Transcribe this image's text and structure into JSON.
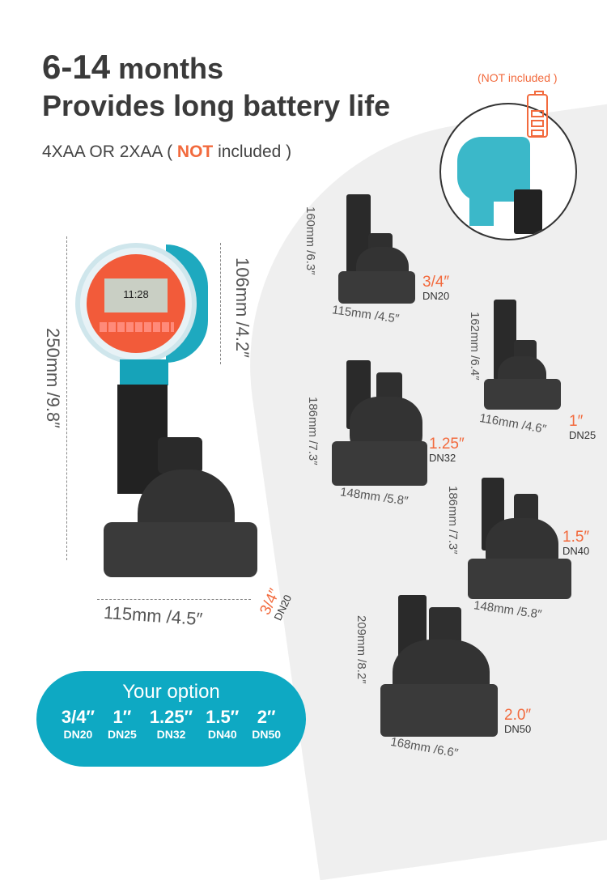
{
  "headline": {
    "line1_big": "6-14",
    "line1_rest": " months",
    "line2": "Provides long battery life"
  },
  "battery_note": {
    "prefix": "4XAA OR 2XAA ( ",
    "not": "NOT",
    "suffix": " included )"
  },
  "inset": {
    "note": "(NOT included )",
    "icon": "battery-icon"
  },
  "main_valve": {
    "lcd": "11:28",
    "height_total": "250mm /9.8″",
    "height_timer": "106mm /4.2″",
    "width": "115mm /4.5″",
    "size": "3/4″",
    "dn": "DN20"
  },
  "valves": [
    {
      "height": "160mm /6.3″",
      "width": "115mm /4.5″",
      "size": "3/4″",
      "dn": "DN20"
    },
    {
      "height": "162mm /6.4″",
      "width": "116mm /4.6″",
      "size": "1″",
      "dn": "DN25"
    },
    {
      "height": "186mm /7.3″",
      "width": "148mm /5.8″",
      "size": "1.25″",
      "dn": "DN32"
    },
    {
      "height": "186mm /7.3″",
      "width": "148mm /5.8″",
      "size": "1.5″",
      "dn": "DN40"
    },
    {
      "height": "209mm /8.2″",
      "width": "168mm /6.6″",
      "size": "2.0″",
      "dn": "DN50"
    }
  ],
  "options": {
    "title": "Your option",
    "items": [
      {
        "size": "3/4″",
        "dn": "DN20"
      },
      {
        "size": "1″",
        "dn": "DN25"
      },
      {
        "size": "1.25″",
        "dn": "DN32"
      },
      {
        "size": "1.5″",
        "dn": "DN40"
      },
      {
        "size": "2″",
        "dn": "DN50"
      }
    ]
  },
  "colors": {
    "accent": "#f26a3d",
    "teal": "#0ea9c3"
  }
}
